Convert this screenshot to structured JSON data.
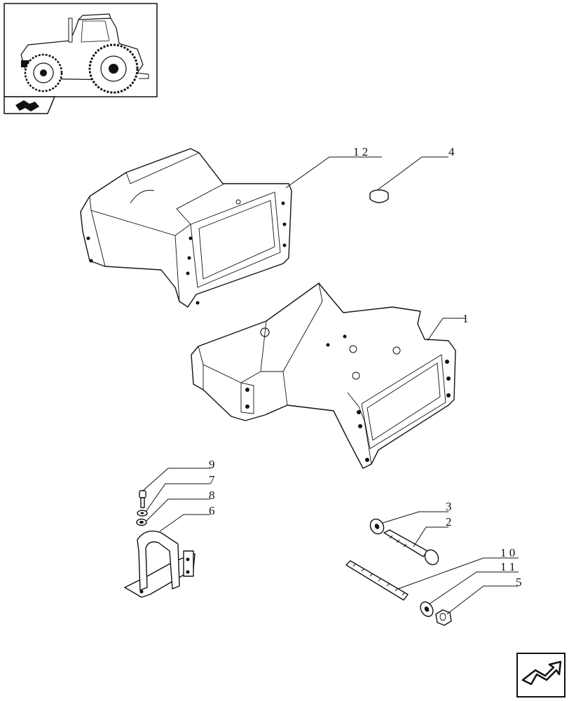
{
  "labels": {
    "p12": "1 2",
    "p4": "4",
    "p1": "1",
    "p9": "9",
    "p7": "7",
    "p8": "8",
    "p6": "6",
    "p3": "3",
    "p2": "2",
    "p10": "1 0",
    "p11": "1 1",
    "p5": "5"
  }
}
